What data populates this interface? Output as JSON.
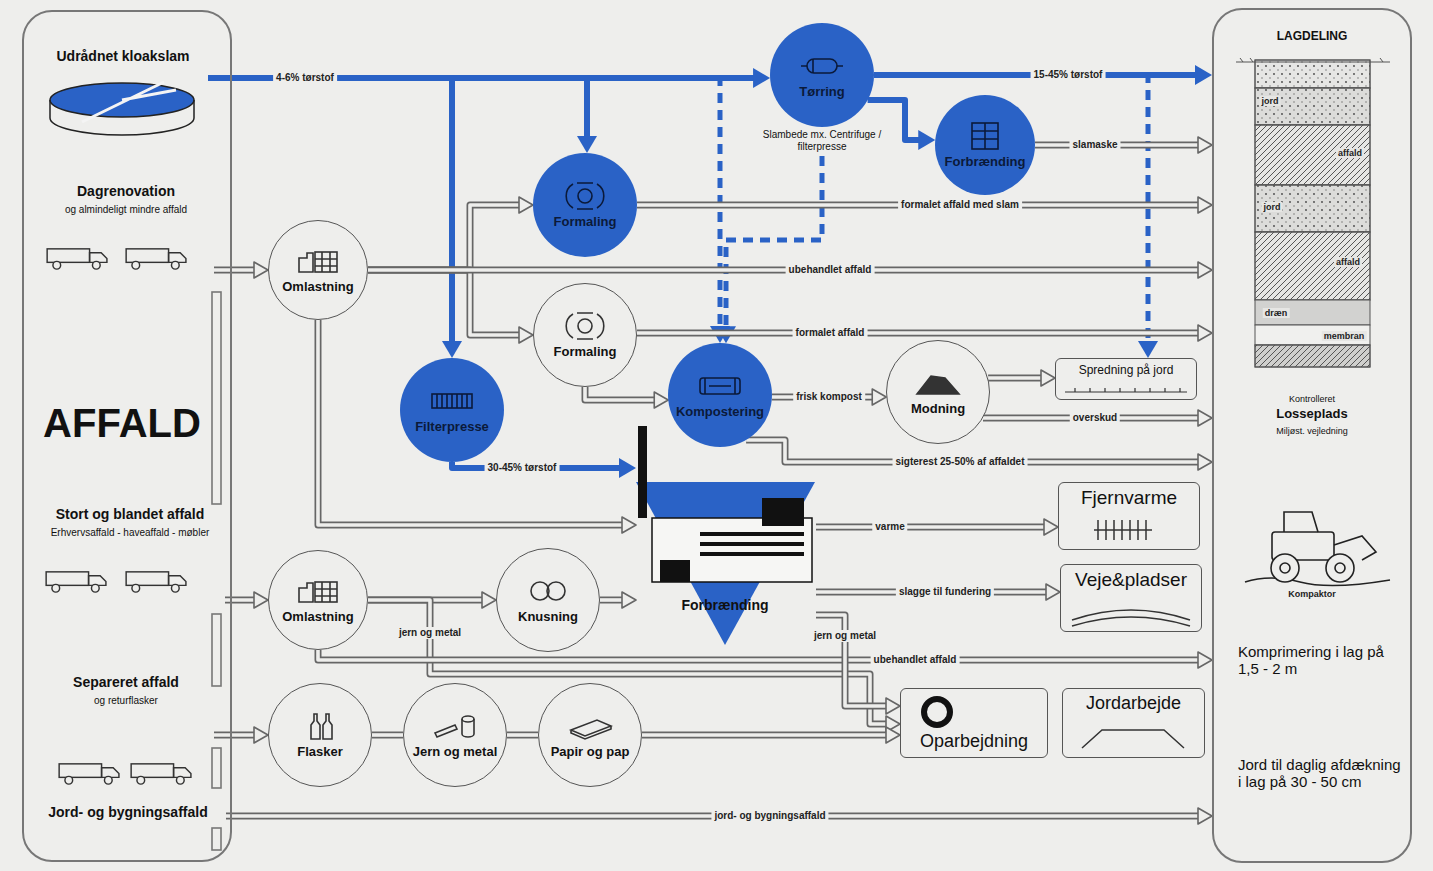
{
  "diagram": {
    "nodes": [
      {
        "text": [
          "AFFALD"
        ]
      },
      {
        "text": [
          "Udrådnet kloakslam"
        ],
        "in": 0
      },
      {
        "text": [
          "Dagrenovation",
          "og almindeligt mindre affald"
        ],
        "in": 0
      },
      {
        "text": [
          "Stort og blandet affald",
          "Erhvervsaffald - haveaffald - møbler"
        ],
        "in": 0
      },
      {
        "text": [
          "Separeret affald",
          "og returflasker"
        ],
        "in": 0
      },
      {
        "text": [
          "Jord- og bygningsaffald"
        ],
        "in": 0
      },
      {
        "text": [
          "Tørring",
          "Slambede mx. Centrifuge / filterpresse"
        ]
      },
      {
        "text": [
          "Forbrænding"
        ]
      },
      {
        "text": [
          "Formaling"
        ]
      },
      {
        "text": [
          "Omlastning"
        ]
      },
      {
        "text": [
          "Formaling"
        ]
      },
      {
        "text": [
          "Filterpresse"
        ]
      },
      {
        "text": [
          "Kompostering"
        ]
      },
      {
        "text": [
          "Modning"
        ]
      },
      {
        "text": [
          "Spredning på jord"
        ]
      },
      {
        "text": [
          "Forbrænding"
        ]
      },
      {
        "text": [
          "Fjernvarme"
        ]
      },
      {
        "text": [
          "Veje&pladser"
        ]
      },
      {
        "text": [
          "Omlastning"
        ]
      },
      {
        "text": [
          "Knusning"
        ]
      },
      {
        "text": [
          "Flasker"
        ]
      },
      {
        "text": [
          "Jern og metal"
        ]
      },
      {
        "text": [
          "Papir og pap"
        ]
      },
      {
        "text": [
          "Oparbejdning"
        ]
      },
      {
        "text": [
          "Jordarbejde"
        ]
      },
      {
        "text": [
          "LAGDELING",
          "Kontrolleret",
          "Losseplads",
          "Miljøst. vejledning",
          "Komprimering i lag på 1,5 - 2 m",
          "Jord til daglig afdækning i lag på 30 - 50 cm"
        ]
      }
    ],
    "edges": [
      {
        "from": 1,
        "to": 6,
        "label": "4-6% tørstof",
        "arrow": "to"
      },
      {
        "from": 1,
        "to": 8,
        "arrow": "to"
      },
      {
        "from": 1,
        "to": 11,
        "arrow": "to"
      },
      {
        "from": 1,
        "to": 12,
        "arrow": "to"
      },
      {
        "from": 6,
        "to": 25,
        "label": "15-45% tørstof",
        "arrow": "to"
      },
      {
        "from": 6,
        "to": 7,
        "arrow": "to"
      },
      {
        "from": 6,
        "to": 12,
        "arrow": "to"
      },
      {
        "from": 6,
        "to": 14,
        "arrow": "to"
      },
      {
        "from": 7,
        "to": 25,
        "label": "slamaske",
        "arrow": "to"
      },
      {
        "from": 8,
        "to": 25,
        "label": "formalet affald med slam",
        "arrow": "to"
      },
      {
        "from": 2,
        "to": 9,
        "arrow": "to"
      },
      {
        "from": 9,
        "to": 8,
        "arrow": "to"
      },
      {
        "from": 9,
        "to": 10,
        "arrow": "to"
      },
      {
        "from": 9,
        "to": 25,
        "label": "ubehandlet affald",
        "arrow": "to"
      },
      {
        "from": 9,
        "to": 15,
        "arrow": "to"
      },
      {
        "from": 10,
        "to": 25,
        "label": "formalet affald",
        "arrow": "to"
      },
      {
        "from": 10,
        "to": 12,
        "arrow": "to"
      },
      {
        "from": 11,
        "to": 15,
        "label": "30-45% tørstof",
        "arrow": "to"
      },
      {
        "from": 12,
        "to": 13,
        "label": "frisk kompost",
        "arrow": "to"
      },
      {
        "from": 12,
        "to": 25,
        "label": "sigterest 25-50% af affaldet",
        "arrow": "to"
      },
      {
        "from": 13,
        "to": 14,
        "arrow": "to"
      },
      {
        "from": 13,
        "to": 25,
        "label": "overskud",
        "arrow": "to"
      },
      {
        "from": 3,
        "to": 18,
        "arrow": "to"
      },
      {
        "from": 18,
        "to": 19,
        "arrow": "to"
      },
      {
        "from": 18,
        "to": 23,
        "label": "jern og metal",
        "arrow": "to"
      },
      {
        "from": 18,
        "to": 25,
        "label": "ubehandlet affald",
        "arrow": "to"
      },
      {
        "from": 19,
        "to": 15,
        "arrow": "to"
      },
      {
        "from": 15,
        "to": 16,
        "label": "varme",
        "arrow": "to"
      },
      {
        "from": 15,
        "to": 17,
        "label": "slagge til fundering",
        "arrow": "to"
      },
      {
        "from": 15,
        "to": 23,
        "label": "jern og metal",
        "arrow": "to"
      },
      {
        "from": 20,
        "to": 21,
        "arrow": "none"
      },
      {
        "from": 21,
        "to": 22,
        "arrow": "none"
      },
      {
        "from": 22,
        "to": 23,
        "arrow": "to"
      },
      {
        "from": 4,
        "to": 20,
        "arrow": "to"
      },
      {
        "from": 5,
        "to": 25,
        "label": "jord- og bygningsaffald",
        "arrow": "to"
      }
    ],
    "labels": [
      "jord",
      "affald",
      "jord",
      "affald",
      "dræn",
      "membran",
      "Kompaktor"
    ]
  }
}
